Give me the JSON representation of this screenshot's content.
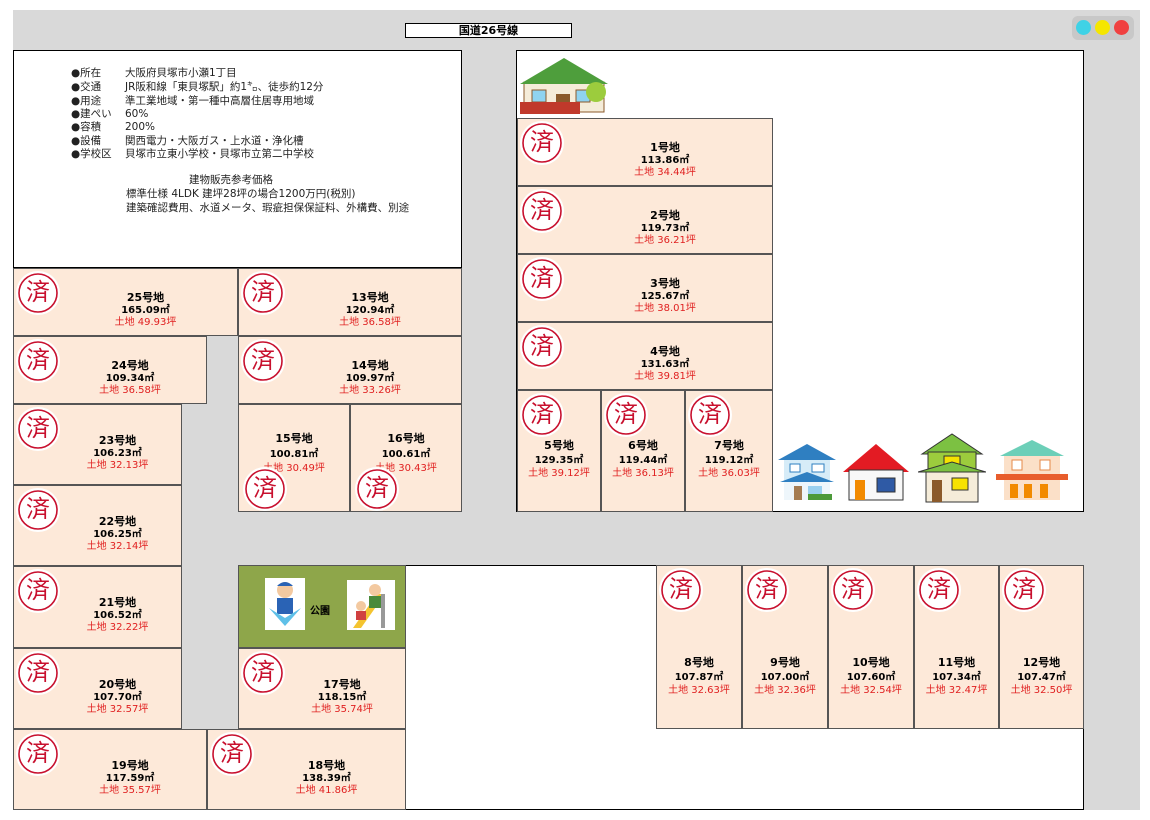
{
  "road_label": "国道26号線",
  "property_info": [
    {
      "label": "●所在",
      "value": "大阪府貝塚市小瀬1丁目"
    },
    {
      "label": "●交通",
      "value": "JR阪和線「東貝塚駅」約1㌔、徒歩約12分"
    },
    {
      "label": "●用途",
      "value": "準工業地域・第一種中高層住居専用地域"
    },
    {
      "label": "●建ぺい",
      "value": "60%"
    },
    {
      "label": "●容積",
      "value": "200%"
    },
    {
      "label": "●設備",
      "value": "関西電力・大阪ガス・上水道・浄化槽"
    },
    {
      "label": "●学校区",
      "value": "貝塚市立東小学校・貝塚市立第二中学校"
    }
  ],
  "price_note": {
    "title": "建物販売参考価格",
    "line1": "標準仕様 4LDK 建坪28坪の場合1200万円(税別)",
    "line2": "建築確認費用、水道メータ、瑕疵担保保証料、外構費、別途"
  },
  "sold_mark": "済",
  "park_label": "公園",
  "lots": [
    {
      "id": "1",
      "name": "1号地",
      "area": "113.86㎡",
      "land": "土地 34.44坪"
    },
    {
      "id": "2",
      "name": "2号地",
      "area": "119.73㎡",
      "land": "土地 36.21坪"
    },
    {
      "id": "3",
      "name": "3号地",
      "area": "125.67㎡",
      "land": "土地 38.01坪"
    },
    {
      "id": "4",
      "name": "4号地",
      "area": "131.63㎡",
      "land": "土地 39.81坪"
    },
    {
      "id": "5",
      "name": "5号地",
      "area": "129.35㎡",
      "land": "土地 39.12坪"
    },
    {
      "id": "6",
      "name": "6号地",
      "area": "119.44㎡",
      "land": "土地 36.13坪"
    },
    {
      "id": "7",
      "name": "7号地",
      "area": "119.12㎡",
      "land": "土地 36.03坪"
    },
    {
      "id": "8",
      "name": "8号地",
      "area": "107.87㎡",
      "land": "土地 32.63坪"
    },
    {
      "id": "9",
      "name": "9号地",
      "area": "107.00㎡",
      "land": "土地 32.36坪"
    },
    {
      "id": "10",
      "name": "10号地",
      "area": "107.60㎡",
      "land": "土地 32.54坪"
    },
    {
      "id": "11",
      "name": "11号地",
      "area": "107.34㎡",
      "land": "土地 32.47坪"
    },
    {
      "id": "12",
      "name": "12号地",
      "area": "107.47㎡",
      "land": "土地 32.50坪"
    },
    {
      "id": "13",
      "name": "13号地",
      "area": "120.94㎡",
      "land": "土地 36.58坪"
    },
    {
      "id": "14",
      "name": "14号地",
      "area": "109.97㎡",
      "land": "土地 33.26坪"
    },
    {
      "id": "15",
      "name": "15号地",
      "area": "100.81㎡",
      "land": "土地 30.49坪"
    },
    {
      "id": "16",
      "name": "16号地",
      "area": "100.61㎡",
      "land": "土地 30.43坪"
    },
    {
      "id": "17",
      "name": "17号地",
      "area": "118.15㎡",
      "land": "土地 35.74坪"
    },
    {
      "id": "18",
      "name": "18号地",
      "area": "138.39㎡",
      "land": "土地 41.86坪"
    },
    {
      "id": "19",
      "name": "19号地",
      "area": "117.59㎡",
      "land": "土地 35.57坪"
    },
    {
      "id": "20",
      "name": "20号地",
      "area": "107.70㎡",
      "land": "土地 32.57坪"
    },
    {
      "id": "21",
      "name": "21号地",
      "area": "106.52㎡",
      "land": "土地 32.22坪"
    },
    {
      "id": "22",
      "name": "22号地",
      "area": "106.25㎡",
      "land": "土地 32.14坪"
    },
    {
      "id": "23",
      "name": "23号地",
      "area": "106.23㎡",
      "land": "土地 32.13坪"
    },
    {
      "id": "24",
      "name": "24号地",
      "area": "109.34㎡",
      "land": "土地 36.58坪"
    },
    {
      "id": "25",
      "name": "25号地",
      "area": "165.09㎡",
      "land": "土地 49.93坪"
    }
  ],
  "colors": {
    "lot_fill": "#fde9d9",
    "stamp_red": "#c8102e",
    "land_text": "#e02020",
    "park": "#8ea64a",
    "road": "#d9d9d9"
  },
  "icons": [
    "house-icon",
    "park-kid-icon",
    "slide-icon",
    "traffic-light-icon"
  ]
}
